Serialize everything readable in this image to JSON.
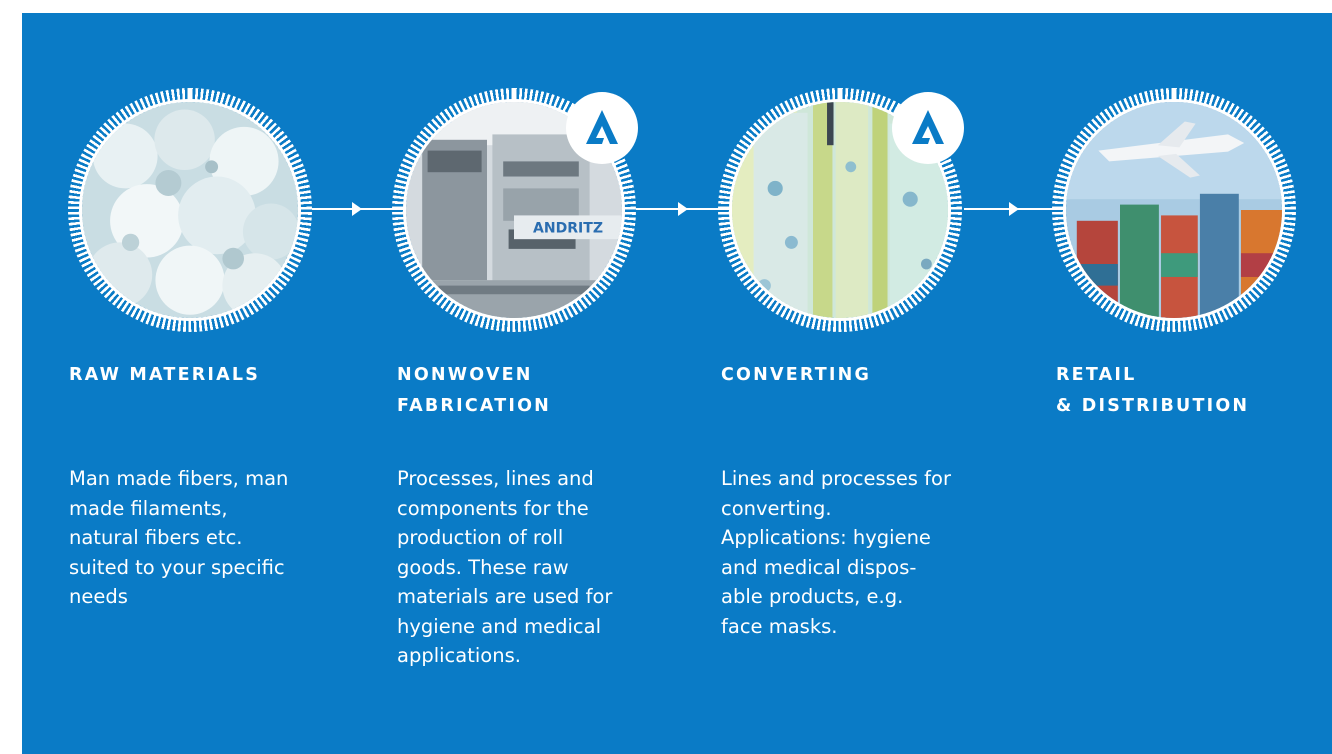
{
  "background_color": "#0a7bc6",
  "stages": [
    {
      "id": "raw-materials",
      "title_lines": [
        "RAW MATERIALS"
      ],
      "description_lines": [
        "Man made fibers, man",
        "made filaments,",
        "natural fibers etc.",
        "suited to your specific",
        "needs"
      ],
      "image": "cotton-fibers-photo",
      "badge": null
    },
    {
      "id": "nonwoven-fabrication",
      "title_lines": [
        "NONWOVEN",
        "FABRICATION"
      ],
      "description_lines": [
        "Processes, lines and",
        "components for the",
        "production of roll",
        "goods. These raw",
        "materials are used for",
        "hygiene and medical",
        "applications."
      ],
      "image": "nonwoven-machine-photo",
      "machine_label": "ANDRITZ",
      "badge": "andritz-logo-icon"
    },
    {
      "id": "converting",
      "title_lines": [
        "CONVERTING"
      ],
      "description_lines": [
        "Lines and processes for",
        "converting.",
        "Applications: hygiene",
        "and medical dispos-",
        "able products, e.g.",
        "face masks."
      ],
      "image": "folded-fabric-photo",
      "badge": "andritz-logo-icon"
    },
    {
      "id": "retail-distribution",
      "title_lines": [
        "RETAIL",
        "& DISTRIBUTION"
      ],
      "description_lines": [],
      "image": "cargo-plane-containers-photo",
      "badge": null
    }
  ],
  "connectors": [
    "arrow-right-icon",
    "arrow-right-icon",
    "arrow-right-icon"
  ]
}
